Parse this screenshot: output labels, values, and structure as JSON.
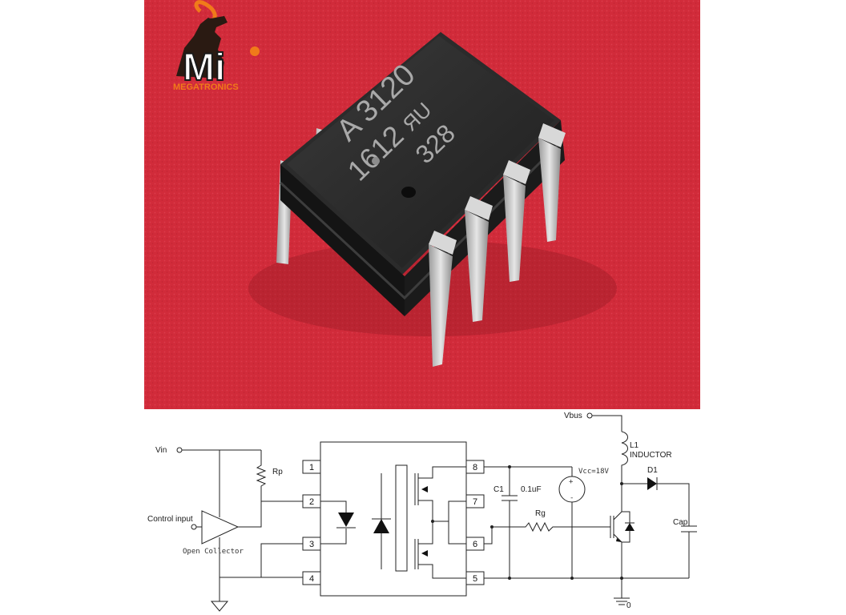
{
  "photo": {
    "logo": {
      "letters": "Mi",
      "text": "MEGATRONICS",
      "icon": "ram-mascot-icon"
    },
    "chip_marking": {
      "line1": "A 3120",
      "line2": "1612",
      "ul_mark": "ЯU",
      "line3": "328"
    }
  },
  "schematic": {
    "vin": "Vin",
    "control_input": "Control input",
    "open_collector": "Open Collector",
    "rp": "Rp",
    "pins": [
      "1",
      "2",
      "3",
      "4",
      "5",
      "6",
      "7",
      "8"
    ],
    "c1": "C1",
    "c1_value": "0.1uF",
    "vcc": "Vcc=18V",
    "rg": "Rg",
    "vbus": "Vbus",
    "l1": "L1",
    "inductor": "INDUCTOR",
    "d1": "D1",
    "cap": "Cap",
    "ground_label": "0",
    "plus": "+",
    "minus": "-"
  },
  "colors": {
    "background": "#d22c3b",
    "chip": "#262626",
    "leads": "#c9c9c9",
    "logo_orange": "#f07a1a"
  }
}
